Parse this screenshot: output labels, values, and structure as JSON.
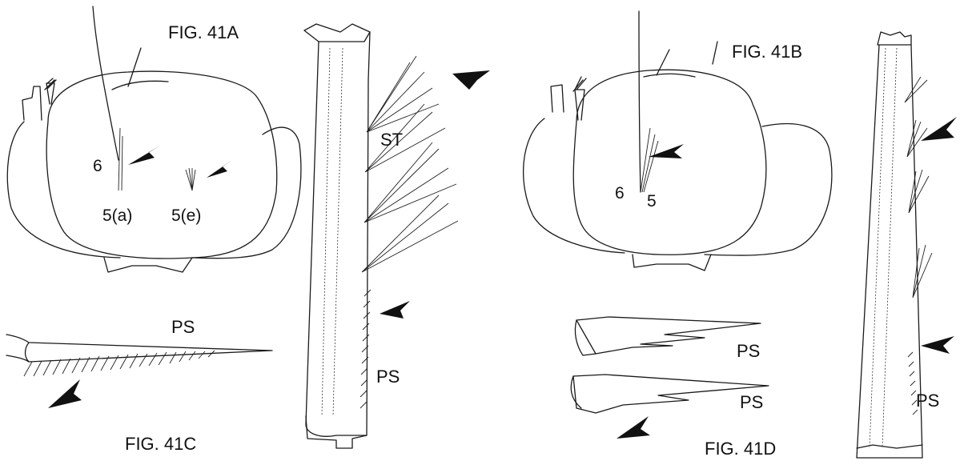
{
  "figures": {
    "fig_41a": {
      "title": "FIG. 41A",
      "seta_6": "6",
      "seta_5a": "5(a)",
      "seta_5e": "5(e)",
      "stellate_label": "ST",
      "pecten_label": "PS"
    },
    "fig_41b": {
      "title": "FIG. 41B",
      "seta_6": "6",
      "seta_5": "5",
      "pecten_label": "PS"
    },
    "fig_41c": {
      "title": "FIG. 41C",
      "pecten_label": "PS"
    },
    "fig_41d": {
      "title": "FIG. 41D",
      "pecten_label": "PS"
    }
  },
  "colors": {
    "ink": "#111111",
    "background": "#ffffff"
  }
}
